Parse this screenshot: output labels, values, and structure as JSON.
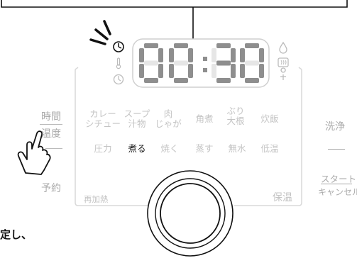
{
  "display": {
    "time": "00:30"
  },
  "left": {
    "time_label": "時間",
    "temp_label": "温度",
    "reserve_label": "予約"
  },
  "menu": {
    "row1": [
      {
        "line1": "カレー",
        "line2": "シチュー",
        "active": false
      },
      {
        "line1": "スープ",
        "line2": "汁物",
        "active": false
      },
      {
        "line1": "肉",
        "line2": "じゃが",
        "active": false
      },
      {
        "line1": "角煮",
        "line2": "",
        "active": false
      },
      {
        "line1": "ぶり",
        "line2": "大根",
        "active": false
      },
      {
        "line1": "炊飯",
        "line2": "",
        "active": false
      }
    ],
    "row2": [
      {
        "label": "圧力",
        "active": false
      },
      {
        "label": "煮る",
        "active": true
      },
      {
        "label": "焼く",
        "active": false
      },
      {
        "label": "蒸す",
        "active": false
      },
      {
        "label": "無水",
        "active": false
      },
      {
        "label": "低温",
        "active": false
      }
    ],
    "reheat_label": "再加熱",
    "keepwarm_label": "保温"
  },
  "right": {
    "wash_label": "洗浄",
    "start_label": "スタート",
    "cancel_label": "キャンセル"
  },
  "caption": {
    "text": "定し、"
  },
  "colors": {
    "display_segments": "#8e8e8e",
    "panel_line": "#d9d9d9",
    "active_text": "#1a1a1a"
  }
}
